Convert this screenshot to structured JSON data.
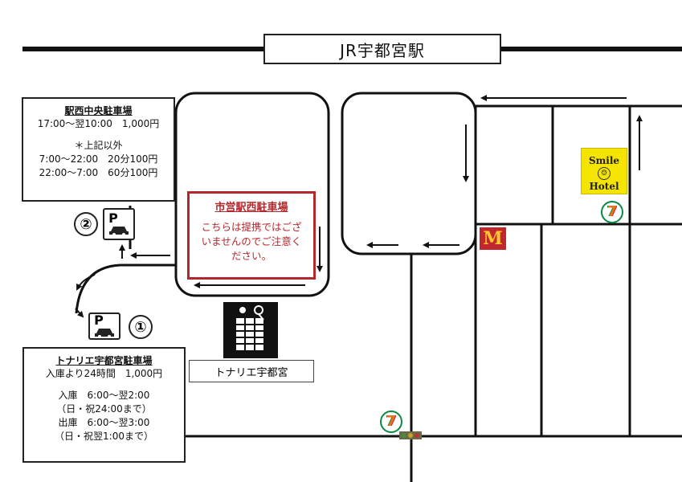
{
  "station": {
    "name": "JR宇都宮駅"
  },
  "lot2": {
    "number": "②",
    "title": "駅西中央駐車場",
    "rate_line": "17:00～翌10:00　1,000円",
    "other_header": "＊上記以外",
    "rates": [
      "7:00～22:00　20分100円",
      "22:00～7:00　60分100円"
    ]
  },
  "lot1": {
    "number": "①",
    "title": "トナリエ宇都宮駐車場",
    "rate_line": "入庫より24時間　1,000円",
    "entry": "入庫　6:00～翌2:00",
    "entry_note": "（日・祝24:00まで）",
    "exit": "出庫　6:00～翌3:00",
    "exit_note": "（日・祝翌1:00まで）"
  },
  "notice": {
    "title": "市営駅西駐車場",
    "body": "こちらは提携ではございませんのでご注意ください。"
  },
  "landmarks": {
    "tonarie_label": "トナリエ宇都宮",
    "mcdonalds": "M",
    "smile_hotel_line1": "Smile",
    "smile_hotel_face": "☺",
    "smile_hotel_line2": "Hotel",
    "seven_eleven": "7"
  },
  "parking_sign": {
    "letter": "P"
  },
  "icons": [
    "parking-sign-icon",
    "car-icon",
    "arrow-icon",
    "mcdonalds-logo",
    "seven-eleven-logo",
    "smile-hotel-logo",
    "tonarie-building-icon",
    "traffic-light-icon"
  ],
  "colors": {
    "road": "#111111",
    "notice": "#b3282d",
    "mcdonalds_red": "#c1272d",
    "mcdonalds_yellow": "#ffc72c",
    "smile_yellow": "#f4e400",
    "seven_green": "#0b8a43",
    "seven_orange": "#e8731a"
  }
}
